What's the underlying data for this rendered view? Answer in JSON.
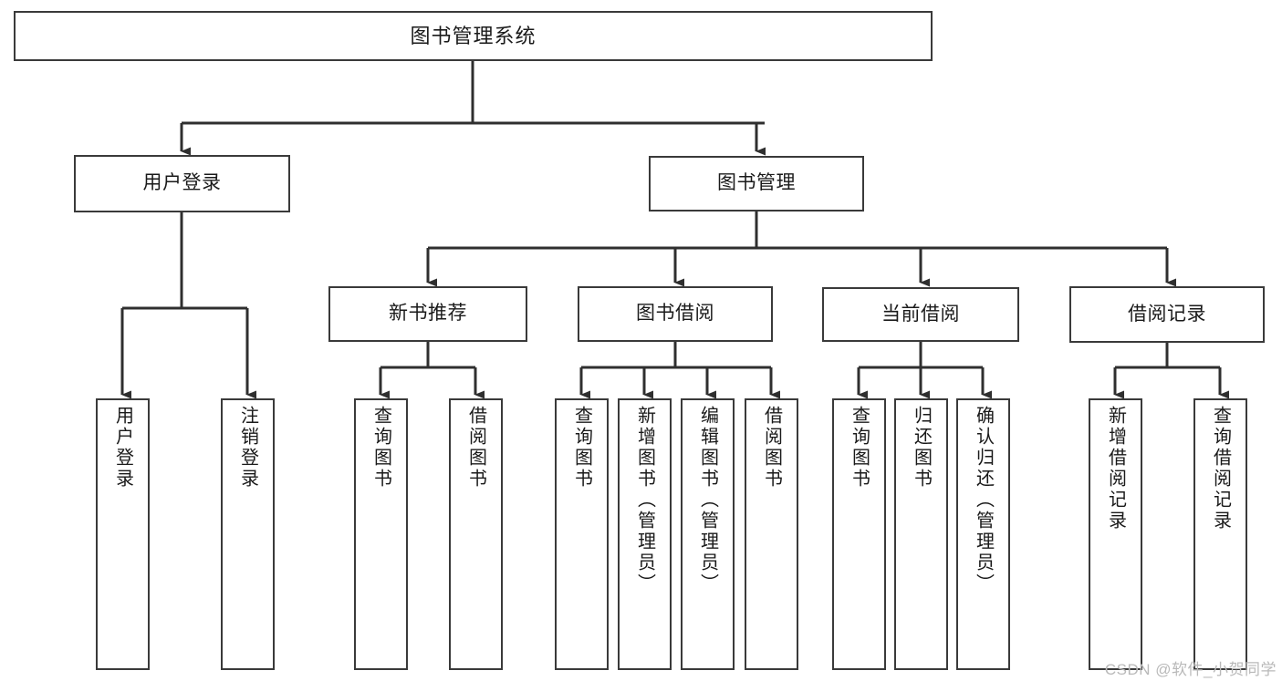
{
  "diagram": {
    "type": "tree",
    "title": "图书管理系统",
    "orientation": "top-down",
    "colors": {
      "background": "#ffffff",
      "node_border": "#3a3a3a",
      "node_fill": "#ffffff",
      "edge": "#2f2f2f",
      "text": "#1a1a1a",
      "watermark": "#b9b9b9"
    },
    "nodes": {
      "root": {
        "label": "图书管理系统",
        "level": 0
      },
      "user_login": {
        "label": "用户登录",
        "level": 1
      },
      "book_mgmt": {
        "label": "图书管理",
        "level": 1
      },
      "new_book_rec": {
        "label": "新书推荐",
        "level": 2
      },
      "book_borrow": {
        "label": "图书借阅",
        "level": 2
      },
      "current_borrow": {
        "label": "当前借阅",
        "level": 2
      },
      "borrow_record": {
        "label": "借阅记录",
        "level": 2
      },
      "leaf_user_login": {
        "label": "用户登录",
        "level": 2,
        "parent": "user_login"
      },
      "leaf_logout_login": {
        "label": "注销登录",
        "level": 2,
        "parent": "user_login"
      },
      "leaf_query_book_1": {
        "label": "查询图书",
        "level": 3,
        "parent": "new_book_rec"
      },
      "leaf_borrow_book_1": {
        "label": "借阅图书",
        "level": 3,
        "parent": "new_book_rec"
      },
      "leaf_query_book_2": {
        "label": "查询图书",
        "level": 3,
        "parent": "book_borrow"
      },
      "leaf_add_book_admin": {
        "label": "新增图书（管理员）",
        "level": 3,
        "parent": "book_borrow"
      },
      "leaf_edit_book_admin": {
        "label": "编辑图书（管理员）",
        "level": 3,
        "parent": "book_borrow"
      },
      "leaf_borrow_book_2": {
        "label": "借阅图书",
        "level": 3,
        "parent": "book_borrow"
      },
      "leaf_query_book_3": {
        "label": "查询图书",
        "level": 3,
        "parent": "current_borrow"
      },
      "leaf_return_book": {
        "label": "归还图书",
        "level": 3,
        "parent": "current_borrow"
      },
      "leaf_confirm_return_admin": {
        "label": "确认归还（管理员）",
        "level": 3,
        "parent": "current_borrow"
      },
      "leaf_add_borrow_record": {
        "label": "新增借阅记录",
        "level": 3,
        "parent": "borrow_record"
      },
      "leaf_query_borrow_record": {
        "label": "查询借阅记录",
        "level": 3,
        "parent": "borrow_record"
      }
    },
    "edges": [
      {
        "from": "root",
        "to": "user_login"
      },
      {
        "from": "root",
        "to": "book_mgmt"
      },
      {
        "from": "user_login",
        "to": "leaf_user_login"
      },
      {
        "from": "user_login",
        "to": "leaf_logout_login"
      },
      {
        "from": "book_mgmt",
        "to": "new_book_rec"
      },
      {
        "from": "book_mgmt",
        "to": "book_borrow"
      },
      {
        "from": "book_mgmt",
        "to": "current_borrow"
      },
      {
        "from": "book_mgmt",
        "to": "borrow_record"
      },
      {
        "from": "new_book_rec",
        "to": "leaf_query_book_1"
      },
      {
        "from": "new_book_rec",
        "to": "leaf_borrow_book_1"
      },
      {
        "from": "book_borrow",
        "to": "leaf_query_book_2"
      },
      {
        "from": "book_borrow",
        "to": "leaf_add_book_admin"
      },
      {
        "from": "book_borrow",
        "to": "leaf_edit_book_admin"
      },
      {
        "from": "book_borrow",
        "to": "leaf_borrow_book_2"
      },
      {
        "from": "current_borrow",
        "to": "leaf_query_book_3"
      },
      {
        "from": "current_borrow",
        "to": "leaf_return_book"
      },
      {
        "from": "current_borrow",
        "to": "leaf_confirm_return_admin"
      },
      {
        "from": "borrow_record",
        "to": "leaf_add_borrow_record"
      },
      {
        "from": "borrow_record",
        "to": "leaf_query_borrow_record"
      }
    ]
  },
  "watermark": {
    "text": "CSDN @软件_小贺同学"
  }
}
